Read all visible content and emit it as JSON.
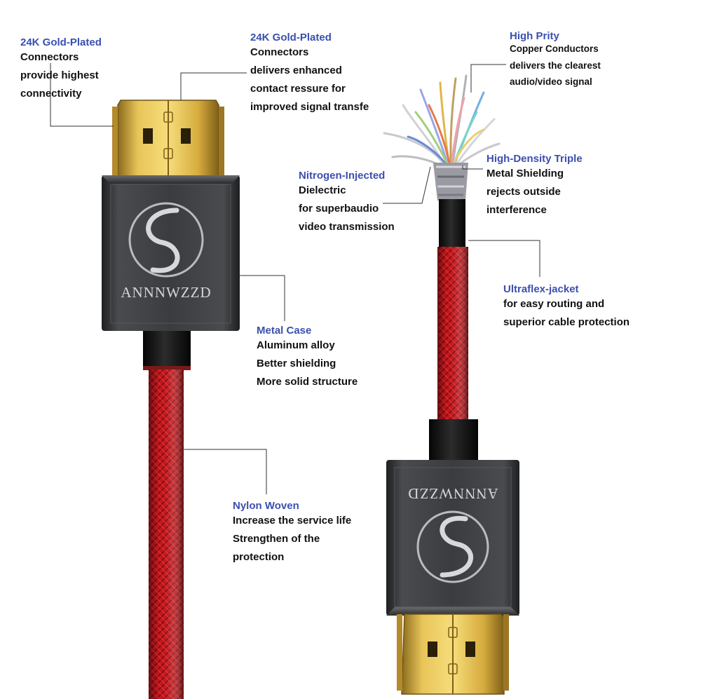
{
  "brand": {
    "name": "ANNNWZZD",
    "logo_icon": "s-swirl-logo-icon"
  },
  "annotations": {
    "gold_left": {
      "title": "24K Gold-Plated",
      "lines": [
        "Connectors",
        "provide highest",
        "connectivity"
      ]
    },
    "gold_mid": {
      "title": "24K Gold-Plated",
      "lines": [
        "Connectors",
        "delivers enhanced",
        "contact ressure for",
        "improved signal transfe"
      ]
    },
    "copper": {
      "title": "High Prity",
      "lines": [
        "Copper Conductors",
        "delivers the clearest",
        "audio/video signal"
      ]
    },
    "shielding": {
      "title": "High-Density Triple",
      "lines": [
        "Metal Shielding",
        "rejects outside",
        "interference"
      ]
    },
    "nitrogen": {
      "title": "Nitrogen-Injected",
      "lines": [
        "Dielectric",
        "for superbaudio",
        "video transmission"
      ]
    },
    "jacket": {
      "title": "Ultraflex-jacket",
      "lines": [
        "for easy routing and",
        "superior cable protection"
      ]
    },
    "metal_case": {
      "title": "Metal Case",
      "lines": [
        "Aluminum alloy",
        "Better shielding",
        "More solid structure"
      ]
    },
    "nylon": {
      "title": "Nylon Woven",
      "lines": [
        "Increase the service life",
        "Strengthen of the",
        "protection"
      ]
    }
  },
  "colors": {
    "title_blue": "#3b4fb0",
    "text_black": "#111111",
    "cable_red": "#d11a1f",
    "housing_dark": "#3a3b3d",
    "gold": "#d9b24a"
  }
}
